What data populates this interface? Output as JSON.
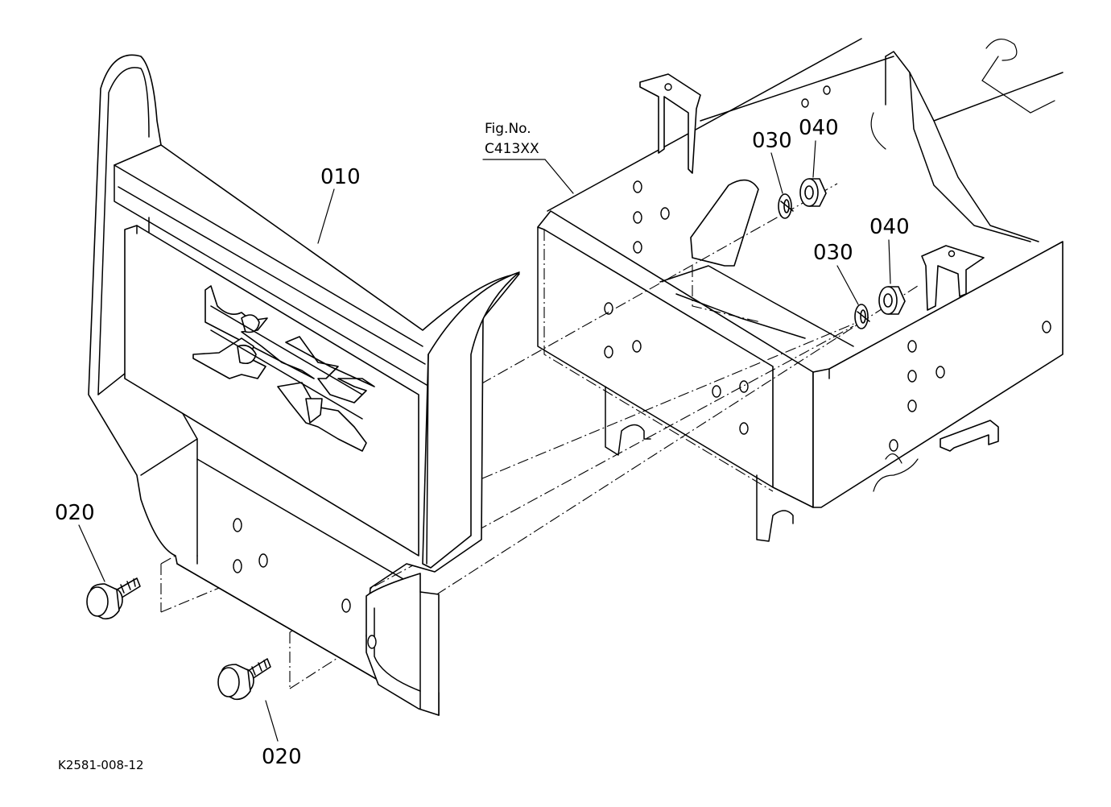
{
  "labels": {
    "part_010": "010",
    "part_020_upper": "020",
    "part_020_lower": "020",
    "part_030_upper": "030",
    "part_030_lower": "030",
    "part_040_upper": "040",
    "part_040_lower": "040"
  },
  "figure_ref": {
    "line1": "Fig.No.",
    "line2": "C413XX"
  },
  "drawing_code": "K2581-008-12",
  "colors": {
    "ink": "#000000",
    "paper": "#ffffff"
  }
}
